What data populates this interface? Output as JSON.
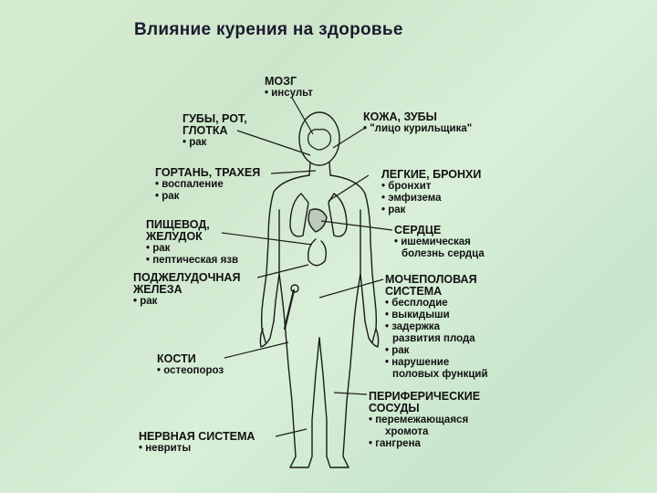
{
  "title": "Влияние курения на здоровье",
  "labels": {
    "brain": {
      "head": [
        "МОЗГ"
      ],
      "items": [
        "• инсульт"
      ]
    },
    "lips": {
      "head": [
        "ГУБЫ, РОТ,",
        "ГЛОТКА"
      ],
      "items": [
        "• рак"
      ]
    },
    "skin": {
      "head": [
        "КОЖА, ЗУБЫ"
      ],
      "items": [
        "• \"лицо курильщика\""
      ]
    },
    "larynx": {
      "head": [
        "ГОРТАНЬ, ТРАХЕЯ"
      ],
      "items": [
        "• воспаление",
        "• рак"
      ]
    },
    "lungs": {
      "head": [
        "ЛЕГКИЕ, БРОНХИ"
      ],
      "items": [
        "• бронхит",
        "• эмфизема",
        "• рак"
      ]
    },
    "esophagus": {
      "head": [
        "ПИЩЕВОД,",
        "ЖЕЛУДОК"
      ],
      "items": [
        "• рак",
        "• пептическая язв"
      ]
    },
    "heart": {
      "head": [
        "СЕРДЦЕ"
      ],
      "items": [
        "• ишемическая",
        "болезнь сердца"
      ]
    },
    "pancreas": {
      "head": [
        "ПОДЖЕЛУДОЧНАЯ",
        "ЖЕЛЕЗА"
      ],
      "items": [
        "• рак"
      ]
    },
    "urogenital": {
      "head": [
        "МОЧЕПОЛОВАЯ",
        "СИСТЕМА"
      ],
      "items": [
        "• бесплодие",
        "• выкидыши",
        "• задержка",
        "развития плода",
        "• рак",
        "• нарушение",
        "половых функций"
      ]
    },
    "bones": {
      "head": [
        "КОСТИ"
      ],
      "items": [
        "• остеопороз"
      ]
    },
    "vessels": {
      "head": [
        "ПЕРИФЕРИЧЕСКИЕ",
        "СОСУДЫ"
      ],
      "items": [
        "• перемежающаяся",
        "хромота",
        "• гангрена"
      ]
    },
    "nervous": {
      "head": [
        "НЕРВНАЯ СИСТЕМА"
      ],
      "items": [
        "• невриты"
      ]
    }
  }
}
